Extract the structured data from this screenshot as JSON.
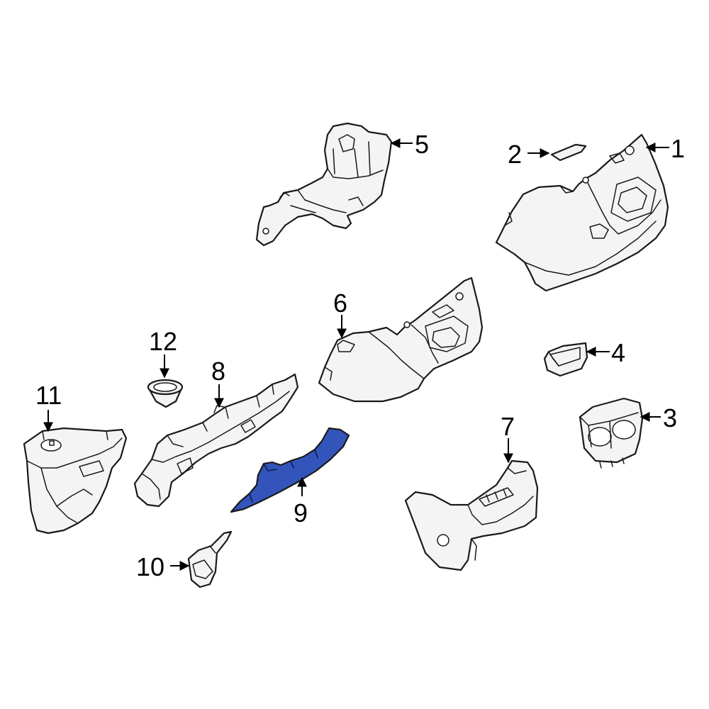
{
  "highlight_color": "#3355bb",
  "callouts": {
    "c1": "1",
    "c2": "2",
    "c3": "3",
    "c4": "4",
    "c5": "5",
    "c6": "6",
    "c7": "7",
    "c8": "8",
    "c9": "9",
    "c10": "10",
    "c11": "11",
    "c12": "12"
  },
  "highlighted_part": "9"
}
